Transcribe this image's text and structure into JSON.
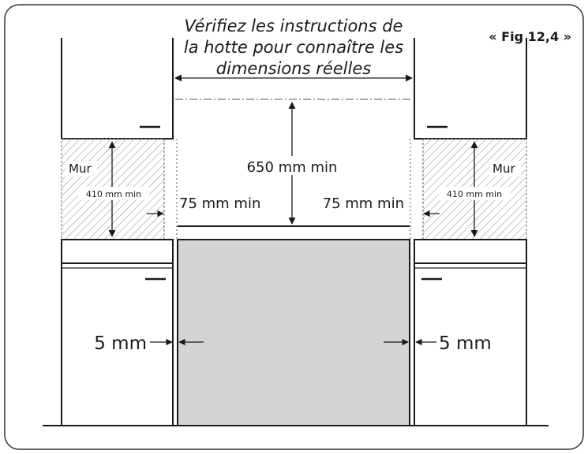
{
  "figure_label": "« Fig 12,4 »",
  "title_lines": [
    "Vérifiez les instructions de",
    "la hotte pour connaître les",
    "dimensions réelles"
  ],
  "labels": {
    "height_min": "650 mm min",
    "side_clear_left": "75 mm min",
    "side_clear_right": "75 mm min",
    "wall_left": "Mur",
    "wall_right": "Mur",
    "wall_height_left": "410 mm min",
    "wall_height_right": "410 mm min",
    "gap_left": "5 mm",
    "gap_right": "5 mm"
  },
  "colors": {
    "stroke": "#1a1a1a",
    "appliance_fill": "#d4d4d4",
    "hatch": "#8a8a8a",
    "background": "#ffffff"
  }
}
